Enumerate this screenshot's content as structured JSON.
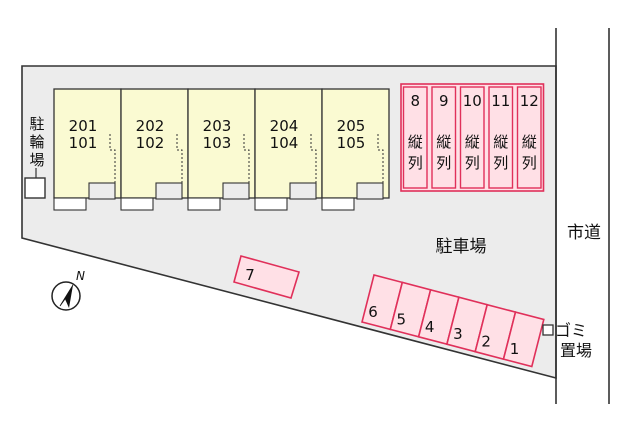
{
  "units": [
    {
      "top": "201",
      "bottom": "101"
    },
    {
      "top": "202",
      "bottom": "102"
    },
    {
      "top": "203",
      "bottom": "103"
    },
    {
      "top": "204",
      "bottom": "104"
    },
    {
      "top": "205",
      "bottom": "105"
    }
  ],
  "parking_vertical": [
    "8",
    "9",
    "10",
    "11",
    "12"
  ],
  "parking_vertical_note": [
    "縦",
    "列"
  ],
  "parking_diagonal": [
    "6",
    "5",
    "4",
    "3",
    "2",
    "1"
  ],
  "parking_single": "7",
  "labels": {
    "bicycle_parking": [
      "駐",
      "輪",
      "場"
    ],
    "parking_lot": "駐車場",
    "city_road": "市道",
    "garbage": [
      "ゴミ",
      "置場"
    ],
    "north": "N"
  },
  "colors": {
    "building": "#fafad2",
    "parking_fill": "#ffe0e6",
    "parking_stroke": "#e0305a",
    "lot": "#ececec"
  }
}
